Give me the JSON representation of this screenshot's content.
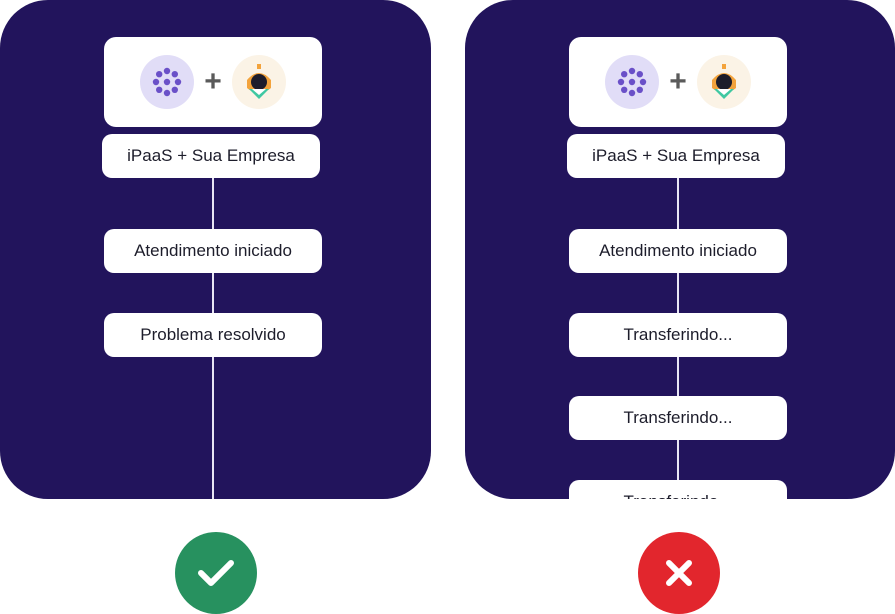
{
  "left_panel": {
    "header_label": "iPaaS + Sua Empresa",
    "steps": [
      "Atendimento iniciado",
      "Problema resolvido"
    ]
  },
  "right_panel": {
    "header_label": "iPaaS + Sua Empresa",
    "steps": [
      "Atendimento iniciado",
      "Transferindo...",
      "Transferindo...",
      "Transferindo..."
    ]
  },
  "header": {
    "plus": "+"
  },
  "icons": {
    "ipaas_logo": "flower-logo-icon",
    "agent_logo": "support-agent-icon",
    "success": "checkmark-icon",
    "error": "x-icon"
  },
  "colors": {
    "panel": "#22145c",
    "success": "#27915f",
    "error": "#e2262d",
    "ipaas_logo": "#6a50c8",
    "agent_orange": "#f3a33c",
    "agent_teal": "#3fc8a2"
  }
}
